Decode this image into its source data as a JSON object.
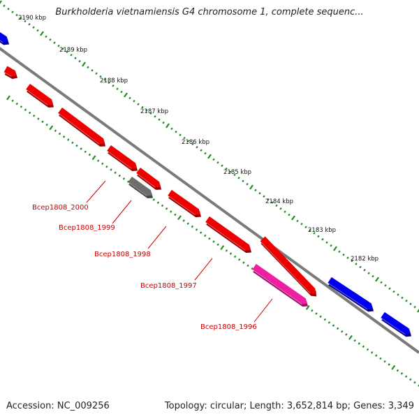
{
  "title": "Burkholderia vietnamiensis G4 chromosome 1, complete sequenc...",
  "ticks": [
    "2190 kbp",
    "2189 kbp",
    "2188 kbp",
    "2187 kbp",
    "2186 kbp",
    "2185 kbp",
    "2184 kbp",
    "2183 kbp",
    "2182 kbp"
  ],
  "gene_labels": [
    "Bcep1808_2000",
    "Bcep1808_1999",
    "Bcep1808_1998",
    "Bcep1808_1997",
    "Bcep1808_1996"
  ],
  "colors": {
    "backbone": "#7a7a7a",
    "tick": "#228B22",
    "tick_text": "#111111",
    "gene_forward": "#0000ee",
    "gene_reverse": "#ee0000",
    "gene_gray": "#6e6e6e",
    "gene_pink": "#ee1fa0",
    "label": "#cc0000"
  },
  "footer": {
    "accession": "Accession: NC_009256",
    "stats": "Topology: circular; Length: 3,652,814 bp; Genes: 3,349"
  }
}
